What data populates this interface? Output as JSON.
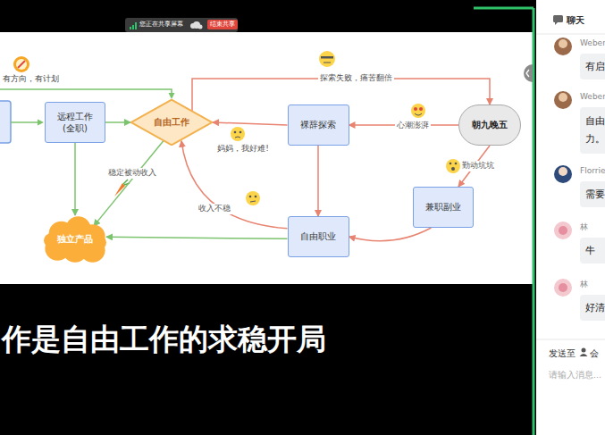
{
  "diagram": {
    "nodes": [
      {
        "text": [
          "远程工作 (全职)"
        ]
      },
      {
        "text": [
          "自由工作"
        ]
      },
      {
        "text": [
          "裸辞探索"
        ]
      },
      {
        "text": [
          "朝九晚五"
        ]
      },
      {
        "text": [
          "兼职副业"
        ]
      },
      {
        "text": [
          "自由职业"
        ]
      },
      {
        "text": [
          "独立产品"
        ]
      }
    ],
    "edges": [
      {
        "from": 0,
        "to": 1,
        "arrow": "to"
      },
      {
        "from": 0,
        "to": 6,
        "arrow": "to"
      },
      {
        "from": 1,
        "to": 6,
        "label": "稳定被动收入",
        "arrow": "to"
      },
      {
        "from": 1,
        "to": 3,
        "label": "探索失败，痛苦翻倍",
        "arrow": "to"
      },
      {
        "from": 3,
        "to": 2,
        "label": "心潮澎湃",
        "arrow": "to"
      },
      {
        "from": 2,
        "to": 1,
        "label": "妈妈，我好难!",
        "arrow": "to"
      },
      {
        "from": 3,
        "to": 4,
        "label": "勤动坑坑",
        "arrow": "to"
      },
      {
        "from": 2,
        "to": 5,
        "arrow": "to"
      },
      {
        "from": 4,
        "to": 5,
        "arrow": "to"
      },
      {
        "from": 5,
        "to": 1,
        "label": "收入不稳",
        "arrow": "to"
      },
      {
        "from": 5,
        "to": 6,
        "arrow": "to"
      }
    ],
    "labels": [
      "您正在共享屏幕",
      "结束共享",
      "有方向，有计划",
      "作是自由工作的求稳开局",
      "聊天",
      "Weber",
      "有启",
      "Weber",
      "自由 力。",
      "Florrie",
      "需要",
      "林",
      "牛",
      "林",
      "好清",
      "发送至",
      "会",
      "请输入消息..."
    ]
  }
}
